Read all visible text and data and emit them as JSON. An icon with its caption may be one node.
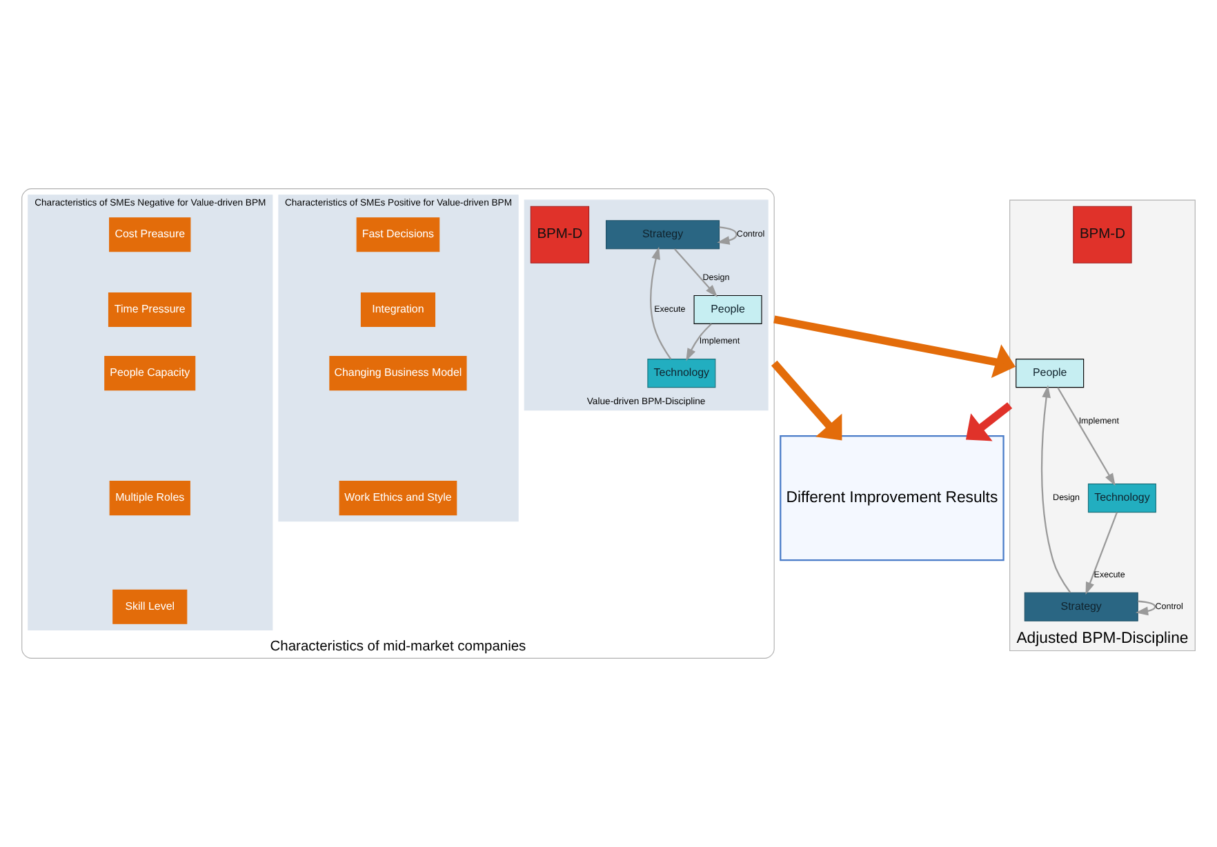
{
  "diagram": {
    "nodes": [
      {
        "text": [
          "Characteristics of mid-market companies"
        ]
      },
      {
        "text": [
          "Characteristics of SMEs Positive for Value-driven BPM"
        ],
        "in": 0
      },
      {
        "text": [
          "Fast Decisions"
        ],
        "in": 1
      },
      {
        "text": [
          "Integration"
        ],
        "in": 1
      },
      {
        "text": [
          "Changing Business Model"
        ],
        "in": 1
      },
      {
        "text": [
          "Work Ethics and Style"
        ],
        "in": 1
      },
      {
        "text": [
          "Value-driven BPM-Discipline"
        ],
        "in": 0
      },
      {
        "text": [
          "Strategy"
        ],
        "in": 6
      },
      {
        "text": [
          "BPM-D"
        ],
        "in": 6
      },
      {
        "text": [
          "People"
        ],
        "in": 6
      },
      {
        "text": [
          "Technology"
        ],
        "in": 6
      },
      {
        "text": [
          "Characteristics of SMEs Negative for Value-driven BPM"
        ],
        "in": 0
      },
      {
        "text": [
          "Cost Preasure"
        ],
        "in": 11
      },
      {
        "text": [
          "Time Pressure"
        ],
        "in": 11
      },
      {
        "text": [
          "People Capacity"
        ],
        "in": 11
      },
      {
        "text": [
          "Multiple Roles"
        ],
        "in": 11
      },
      {
        "text": [
          "Skill Level"
        ],
        "in": 11
      },
      {
        "text": [
          "Different Improvement Results"
        ]
      },
      {
        "text": [
          "Adjusted BPM-Discipline"
        ]
      },
      {
        "text": [
          "Strategy"
        ],
        "in": 18
      },
      {
        "text": [
          "BPM-D"
        ],
        "in": 18
      },
      {
        "text": [
          "People"
        ],
        "in": 18
      },
      {
        "text": [
          "Technology"
        ],
        "in": 18
      }
    ],
    "edges": [
      {
        "from": 7,
        "to": 9,
        "arrow": "to",
        "label": "Design"
      },
      {
        "from": 9,
        "to": 10,
        "arrow": "to",
        "label": "Implement"
      },
      {
        "from": 10,
        "to": 7,
        "arrow": "to",
        "label": "Execute"
      },
      {
        "from": 7,
        "to": 7,
        "arrow": "to",
        "label": "Control"
      },
      {
        "from": 19,
        "to": 21,
        "arrow": "to",
        "label": "Design"
      },
      {
        "from": 21,
        "to": 22,
        "arrow": "to",
        "label": "Implement"
      },
      {
        "from": 22,
        "to": 19,
        "arrow": "to",
        "label": "Execute"
      },
      {
        "from": 19,
        "to": 19,
        "arrow": "to",
        "label": "Control"
      },
      {
        "from": 0,
        "to": 17,
        "arrow": "to",
        "style": "thick",
        "color": "#e36c0a"
      },
      {
        "from": 0,
        "to": 18,
        "arrow": "to",
        "style": "thick",
        "color": "#e36c0a"
      },
      {
        "from": 18,
        "to": 17,
        "arrow": "to",
        "style": "thick",
        "color": "#e0322a"
      }
    ]
  }
}
